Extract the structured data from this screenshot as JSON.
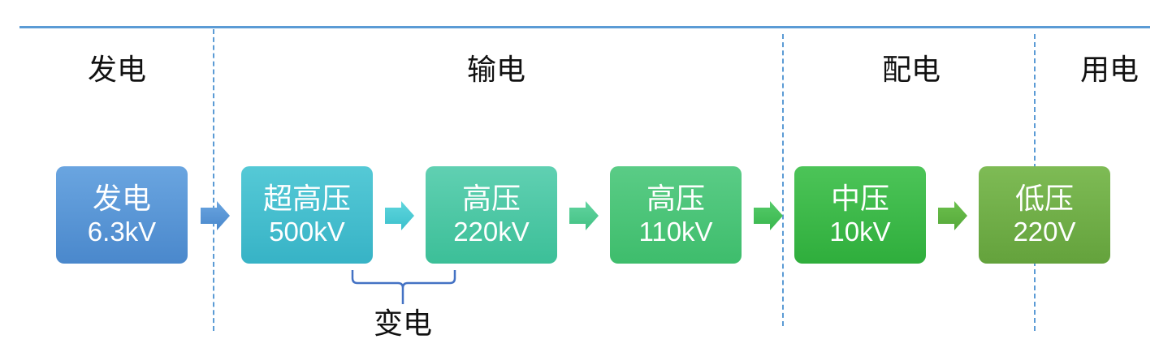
{
  "sections": {
    "generation": "发电",
    "transmission": "输电",
    "distribution": "配电",
    "consumption": "用电",
    "transformation": "变电"
  },
  "boxes": [
    {
      "name": "发电",
      "voltage": "6.3kV"
    },
    {
      "name": "超高压",
      "voltage": "500kV"
    },
    {
      "name": "高压",
      "voltage": "220kV"
    },
    {
      "name": "高压",
      "voltage": "110kV"
    },
    {
      "name": "中压",
      "voltage": "10kV"
    },
    {
      "name": "低压",
      "voltage": "220V"
    }
  ],
  "colors": {
    "line": "#5b9bd5",
    "box_generation": "#5b97d8",
    "box_ehv": "#44bfcf",
    "box_hv_220": "#4dc9a6",
    "box_hv_110": "#4cc47a",
    "box_mv": "#3cb84a",
    "box_lv": "#70ad47"
  }
}
